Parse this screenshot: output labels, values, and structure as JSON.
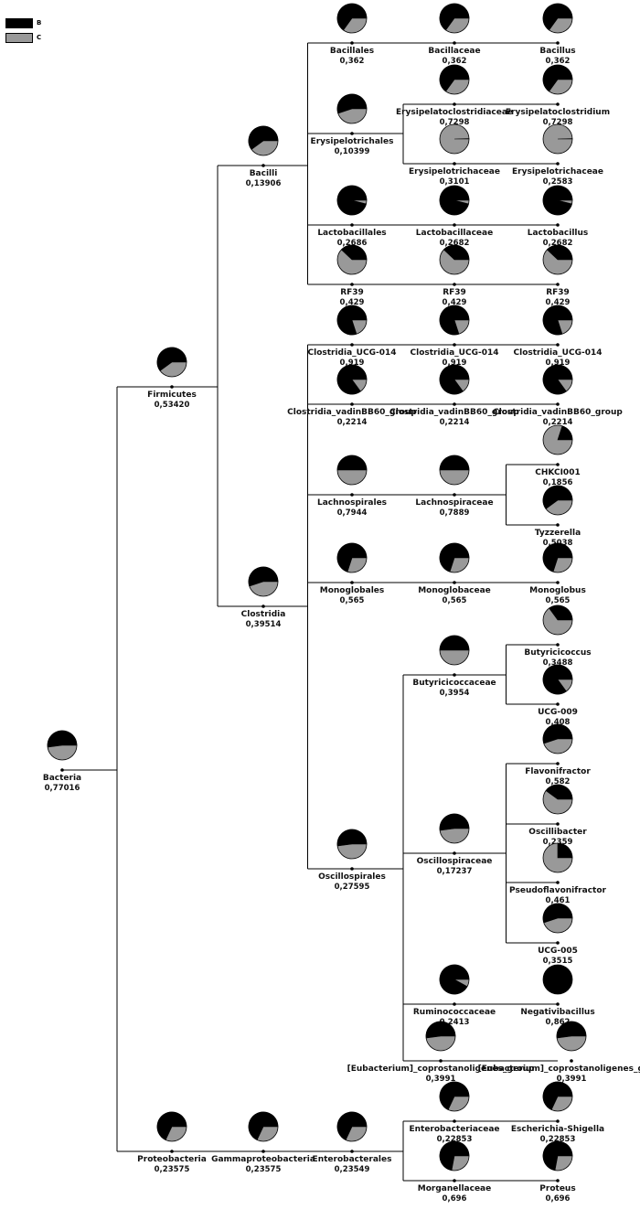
{
  "legend": [
    {
      "label": "B",
      "color": "#000000"
    },
    {
      "label": "C",
      "color": "#999999"
    }
  ],
  "colors": {
    "B": "#000000",
    "C": "#999999",
    "line": "#000000"
  },
  "nodes": [
    {
      "id": "bacteria",
      "name": "Bacteria",
      "count": "0,77016",
      "b_share": 0.52,
      "parent": null
    },
    {
      "id": "firmicutes",
      "name": "Firmicutes",
      "count": "0,53420",
      "b_share": 0.6,
      "parent": "bacteria"
    },
    {
      "id": "proteobacteria",
      "name": "Proteobacteria",
      "count": "0,23575",
      "b_share": 0.68,
      "parent": "bacteria"
    },
    {
      "id": "bacilli",
      "name": "Bacilli",
      "count": "0,13906",
      "b_share": 0.6,
      "parent": "firmicutes"
    },
    {
      "id": "clostridia",
      "name": "Clostridia",
      "count": "0,39514",
      "b_share": 0.55,
      "parent": "firmicutes"
    },
    {
      "id": "bacillales",
      "name": "Bacillales",
      "count": "0,362",
      "b_share": 0.65,
      "parent": "bacilli"
    },
    {
      "id": "bacillaceae",
      "name": "Bacillaceae",
      "count": "0,362",
      "b_share": 0.65,
      "parent": "bacillales"
    },
    {
      "id": "bacillus",
      "name": "Bacillus",
      "count": "0,362",
      "b_share": 0.65,
      "parent": "bacillaceae"
    },
    {
      "id": "erysipelotrichales",
      "name": "Erysipelotrichales",
      "count": "0,10399",
      "b_share": 0.55,
      "parent": "bacilli"
    },
    {
      "id": "erysipelatoclostridiaceae",
      "name": "Erysipelatoclostridiaceae",
      "count": "0,7298",
      "b_share": 0.65,
      "parent": "erysipelotrichales"
    },
    {
      "id": "erysipelatoclostridium",
      "name": "Erysipelatoclostridium",
      "count": "0,7298",
      "b_share": 0.65,
      "parent": "erysipelatoclostridiaceae"
    },
    {
      "id": "erysipelotrichaceae_f",
      "name": "Erysipelotrichaceae",
      "count": "0,3101",
      "b_share": 0.005,
      "parent": "erysipelotrichales"
    },
    {
      "id": "erysipelotrichaceae_g",
      "name": "Erysipelotrichaceae",
      "count": "0,2583",
      "b_share": 0.005,
      "parent": "erysipelotrichaceae_f"
    },
    {
      "id": "lactobacillales",
      "name": "Lactobacillales",
      "count": "0,2686",
      "b_share": 0.96,
      "parent": "bacilli"
    },
    {
      "id": "lactobacillaceae",
      "name": "Lactobacillaceae",
      "count": "0,2682",
      "b_share": 0.96,
      "parent": "lactobacillales"
    },
    {
      "id": "lactobacillus",
      "name": "Lactobacillus",
      "count": "0,2682",
      "b_share": 0.96,
      "parent": "lactobacillaceae"
    },
    {
      "id": "rf39_o",
      "name": "RF39",
      "count": "0,429",
      "b_share": 0.38,
      "parent": "bacilli"
    },
    {
      "id": "rf39_f",
      "name": "RF39",
      "count": "0,429",
      "b_share": 0.38,
      "parent": "rf39_o"
    },
    {
      "id": "rf39_g",
      "name": "RF39",
      "count": "0,429",
      "b_share": 0.38,
      "parent": "rf39_f"
    },
    {
      "id": "ucg014_o",
      "name": "Clostridia_UCG-014",
      "count": "0,919",
      "b_share": 0.8,
      "parent": "clostridia"
    },
    {
      "id": "ucg014_f",
      "name": "Clostridia_UCG-014",
      "count": "0,919",
      "b_share": 0.8,
      "parent": "ucg014_o"
    },
    {
      "id": "ucg014_g",
      "name": "Clostridia_UCG-014",
      "count": "0,919",
      "b_share": 0.8,
      "parent": "ucg014_f"
    },
    {
      "id": "vadin_o",
      "name": "Clostridia_vadinBB60_group",
      "count": "0,2214",
      "b_share": 0.85,
      "parent": "clostridia"
    },
    {
      "id": "vadin_f",
      "name": "Clostridia_vadinBB60_group",
      "count": "0,2214",
      "b_share": 0.85,
      "parent": "vadin_o"
    },
    {
      "id": "vadin_g",
      "name": "Clostridia_vadinBB60_group",
      "count": "0,2214",
      "b_share": 0.85,
      "parent": "vadin_f"
    },
    {
      "id": "lachnospirales",
      "name": "Lachnospirales",
      "count": "0,7944",
      "b_share": 0.5,
      "parent": "clostridia"
    },
    {
      "id": "lachnospiraceae",
      "name": "Lachnospiraceae",
      "count": "0,7889",
      "b_share": 0.5,
      "parent": "lachnospirales"
    },
    {
      "id": "chkci001",
      "name": "CHKCI001",
      "count": "0,1856",
      "b_share": 0.2,
      "parent": "lachnospiraceae"
    },
    {
      "id": "tyzzerella",
      "name": "Tyzzerella",
      "count": "0,5038",
      "b_share": 0.6,
      "parent": "lachnospiraceae"
    },
    {
      "id": "monoglobales",
      "name": "Monoglobales",
      "count": "0,565",
      "b_share": 0.7,
      "parent": "clostridia"
    },
    {
      "id": "monoglobaceae",
      "name": "Monoglobaceae",
      "count": "0,565",
      "b_share": 0.7,
      "parent": "monoglobales"
    },
    {
      "id": "monoglobus",
      "name": "Monoglobus",
      "count": "0,565",
      "b_share": 0.7,
      "parent": "monoglobaceae"
    },
    {
      "id": "oscillospirales",
      "name": "Oscillospirales",
      "count": "0,27595",
      "b_share": 0.52,
      "parent": "clostridia"
    },
    {
      "id": "butyricicoccaceae",
      "name": "Butyricicoccaceae",
      "count": "0,3954",
      "b_share": 0.5,
      "parent": "oscillospirales"
    },
    {
      "id": "butyricicoccus",
      "name": "Butyricicoccus",
      "count": "0,3488",
      "b_share": 0.35,
      "parent": "butyricicoccaceae"
    },
    {
      "id": "ucg009",
      "name": "UCG-009",
      "count": "0,408",
      "b_share": 0.85,
      "parent": "butyricicoccaceae"
    },
    {
      "id": "oscillospiraceae",
      "name": "Oscillospiraceae",
      "count": "0,17237",
      "b_share": 0.52,
      "parent": "oscillospirales"
    },
    {
      "id": "flavonifractor",
      "name": "Flavonifractor",
      "count": "0,582",
      "b_share": 0.55,
      "parent": "oscillospiraceae"
    },
    {
      "id": "oscillibacter",
      "name": "Oscillibacter",
      "count": "0,2359",
      "b_share": 0.4,
      "parent": "oscillospiraceae"
    },
    {
      "id": "pseudoflavonifractor",
      "name": "Pseudoflavonifractor",
      "count": "0,461",
      "b_share": 0.25,
      "parent": "oscillospiraceae"
    },
    {
      "id": "ucg005",
      "name": "UCG-005",
      "count": "0,3515",
      "b_share": 0.55,
      "parent": "oscillospiraceae"
    },
    {
      "id": "ruminococcaceae",
      "name": "Ruminococcaceae",
      "count": "0,2413",
      "b_share": 0.92,
      "parent": "oscillospirales"
    },
    {
      "id": "negativibacillus",
      "name": "Negativibacillus",
      "count": "0,862",
      "b_share": 1.0,
      "parent": "ruminococcaceae"
    },
    {
      "id": "eubact_f",
      "name": "[Eubacterium]_coprostanoligenes_group",
      "count": "0,3991",
      "b_share": 0.52,
      "parent": "oscillospirales"
    },
    {
      "id": "eubact_g",
      "name": "[Eubacterium]_coprostanoligenes_group",
      "count": "0,3991",
      "b_share": 0.52,
      "parent": "eubact_f"
    },
    {
      "id": "gammaproteobacteria",
      "name": "Gammaproteobacteria",
      "count": "0,23575",
      "b_share": 0.68,
      "parent": "proteobacteria"
    },
    {
      "id": "enterobacterales",
      "name": "Enterobacterales",
      "count": "0,23549",
      "b_share": 0.68,
      "parent": "gammaproteobacteria"
    },
    {
      "id": "enterobacteriaceae",
      "name": "Enterobacteriaceae",
      "count": "0,22853",
      "b_share": 0.68,
      "parent": "enterobacterales"
    },
    {
      "id": "escherichia",
      "name": "Escherichia-Shigella",
      "count": "0,22853",
      "b_share": 0.68,
      "parent": "enterobacteriaceae"
    },
    {
      "id": "morganellaceae",
      "name": "Morganellaceae",
      "count": "0,696",
      "b_share": 0.72,
      "parent": "enterobacterales"
    },
    {
      "id": "proteus",
      "name": "Proteus",
      "count": "0,696",
      "b_share": 0.72,
      "parent": "morganellaceae"
    }
  ]
}
